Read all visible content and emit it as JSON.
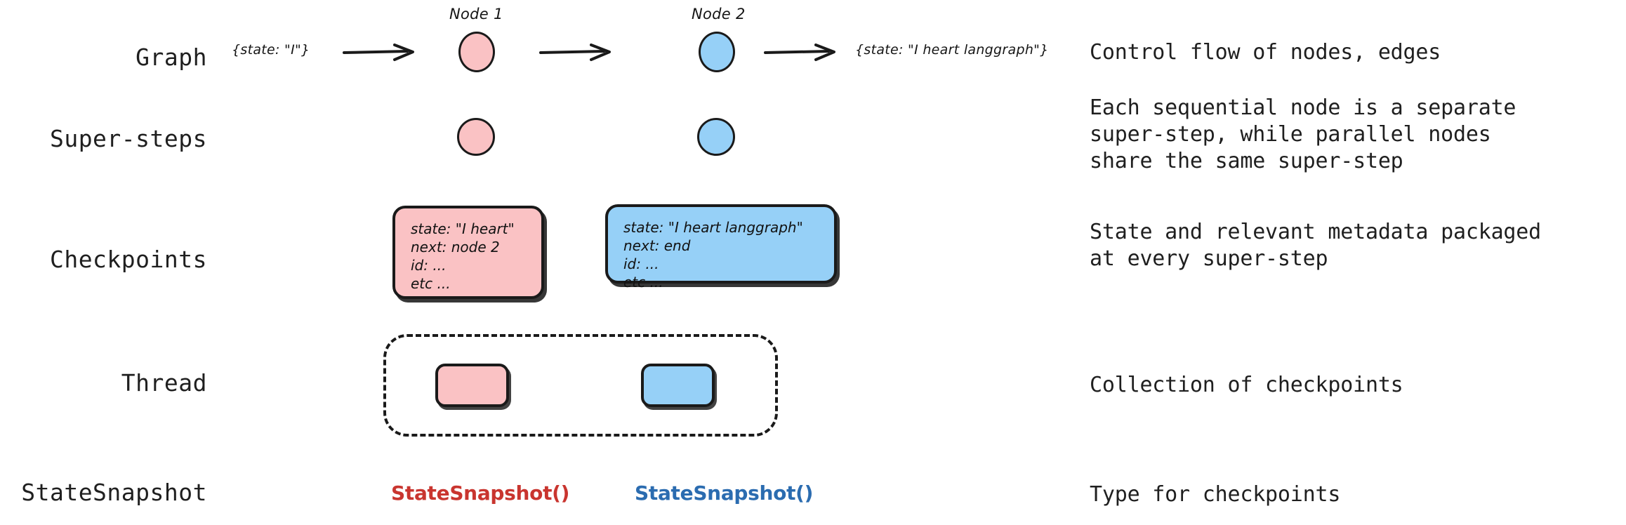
{
  "rows": [
    {
      "label": "Graph",
      "desc": [
        "Control flow of nodes, edges"
      ]
    },
    {
      "label": "Super-steps",
      "desc": [
        "Each sequential node is a separate",
        "super-step, while parallel nodes",
        "share the same super-step"
      ]
    },
    {
      "label": "Checkpoints",
      "desc": [
        "State and relevant metadata packaged",
        "at every super-step"
      ]
    },
    {
      "label": "Thread",
      "desc": [
        "Collection of checkpoints"
      ]
    },
    {
      "label": "StateSnapshot",
      "desc": [
        "Type for checkpoints"
      ]
    }
  ],
  "graph": {
    "input_state": "{state: \"I\"}",
    "output_state": "{state: \"I heart langgraph\"}",
    "node1_label": "Node 1",
    "node2_label": "Node 2"
  },
  "checkpoints": [
    {
      "color": "pink",
      "lines": [
        "state: \"I heart\"",
        "next: node 2",
        "id: ...",
        "etc ..."
      ]
    },
    {
      "color": "blue",
      "lines": [
        "state: \"I heart langgraph\"",
        "next: end",
        "id: ...",
        "etc ..."
      ]
    }
  ],
  "snapshots": [
    {
      "text": "StateSnapshot()",
      "color": "#C9352F"
    },
    {
      "text": "StateSnapshot()",
      "color": "#2B6CB0"
    }
  ],
  "colors": {
    "pink_fill": "#FAC2C4",
    "blue_fill": "#96D0F7",
    "stroke": "#1A1A1A",
    "snapshot_red": "#C9352F",
    "snapshot_blue": "#2B6CB0",
    "background": "#FFFFFF"
  }
}
